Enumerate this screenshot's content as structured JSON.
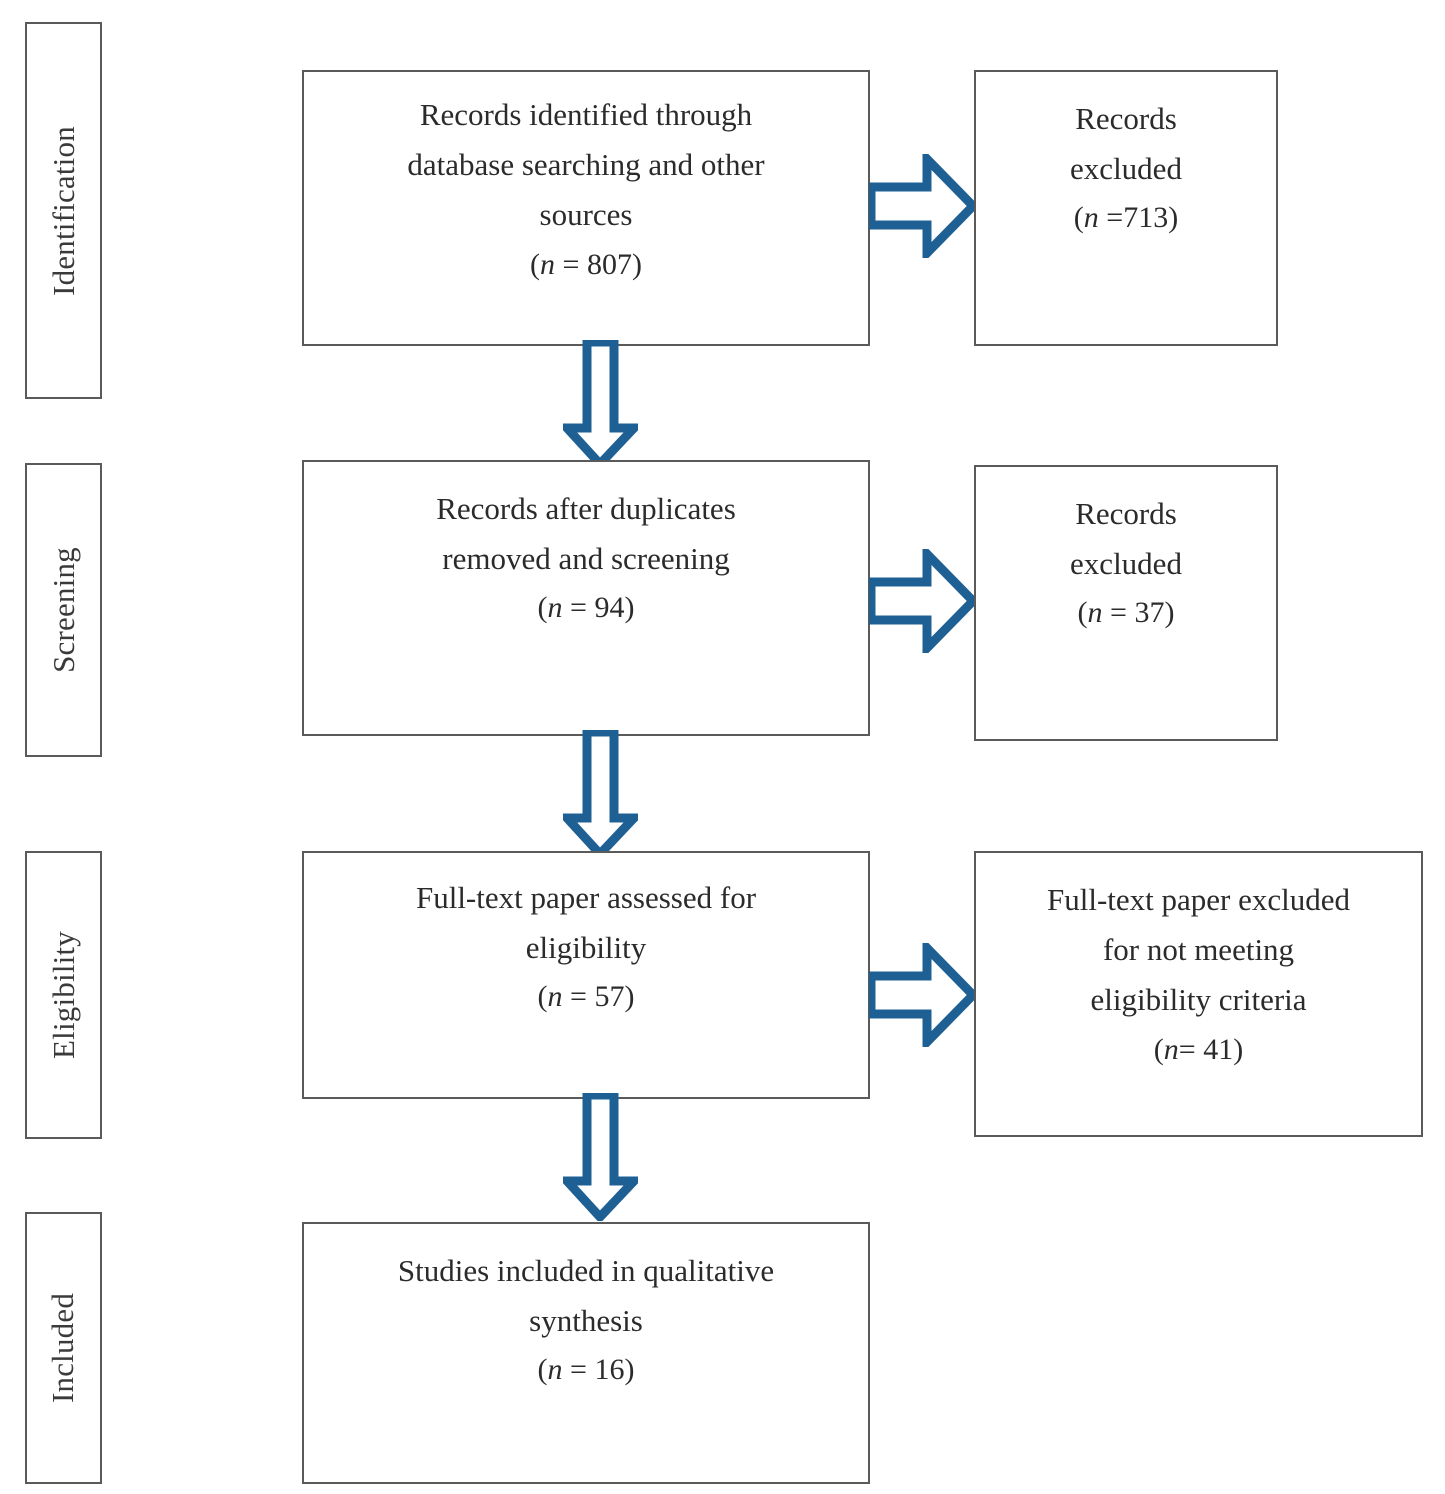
{
  "diagram": {
    "title": "PRISMA flow diagram",
    "accent_color": "#1F6094",
    "box_border_color": "#5A5A5A",
    "text_color": "#2B2B2B",
    "background": "#FFFFFF"
  },
  "stages": [
    {
      "id": "identification",
      "label": "Identification"
    },
    {
      "id": "screening",
      "label": "Screening"
    },
    {
      "id": "eligibility",
      "label": "Eligibility"
    },
    {
      "id": "included",
      "label": "Included"
    }
  ],
  "main_boxes": [
    {
      "id": "records-identified",
      "lines": [
        "Records identified through",
        "database searching and other",
        "sources"
      ],
      "count_prefix": "(",
      "count_n": "n",
      "count_rest": " = 807)",
      "count_text": "(n = 807)",
      "n_value": 807
    },
    {
      "id": "records-after-duplicates",
      "lines": [
        "Records after duplicates",
        "removed and screening"
      ],
      "count_prefix": "(",
      "count_n": "n",
      "count_rest": " = 94)",
      "count_text": "(n = 94)",
      "n_value": 94
    },
    {
      "id": "full-text-assessed",
      "lines": [
        "Full-text paper assessed for",
        "eligibility"
      ],
      "count_prefix": "(",
      "count_n": "n",
      "count_rest": " = 57)",
      "count_text": "(n = 57)",
      "n_value": 57
    },
    {
      "id": "studies-included",
      "lines": [
        "Studies included in qualitative",
        "synthesis"
      ],
      "count_prefix": "(",
      "count_n": "n",
      "count_rest": " = 16)",
      "count_text": "(n = 16)",
      "n_value": 16
    }
  ],
  "excluded_boxes": [
    {
      "id": "records-excluded-1",
      "lines": [
        "Records",
        "excluded"
      ],
      "count_prefix": "(",
      "count_n": "n",
      "count_rest": " =713)",
      "count_text": "(n =713)",
      "n_value": 713
    },
    {
      "id": "records-excluded-2",
      "lines": [
        "Records",
        "excluded"
      ],
      "count_prefix": "(",
      "count_n": "n",
      "count_rest": " = 37)",
      "count_text": "(n = 37)",
      "n_value": 37
    },
    {
      "id": "full-text-excluded",
      "lines": [
        "Full-text paper excluded",
        "for not meeting",
        "eligibility  criteria"
      ],
      "count_prefix": "(",
      "count_n": "n",
      "count_rest": "= 41)",
      "count_text": "(n= 41)",
      "n_value": 41
    }
  ],
  "arrows": {
    "right_arrow_1": "right-block-arrow",
    "right_arrow_2": "right-block-arrow",
    "right_arrow_3": "right-block-arrow",
    "down_arrow_1": "down-block-arrow",
    "down_arrow_2": "down-block-arrow",
    "down_arrow_3": "down-block-arrow"
  }
}
